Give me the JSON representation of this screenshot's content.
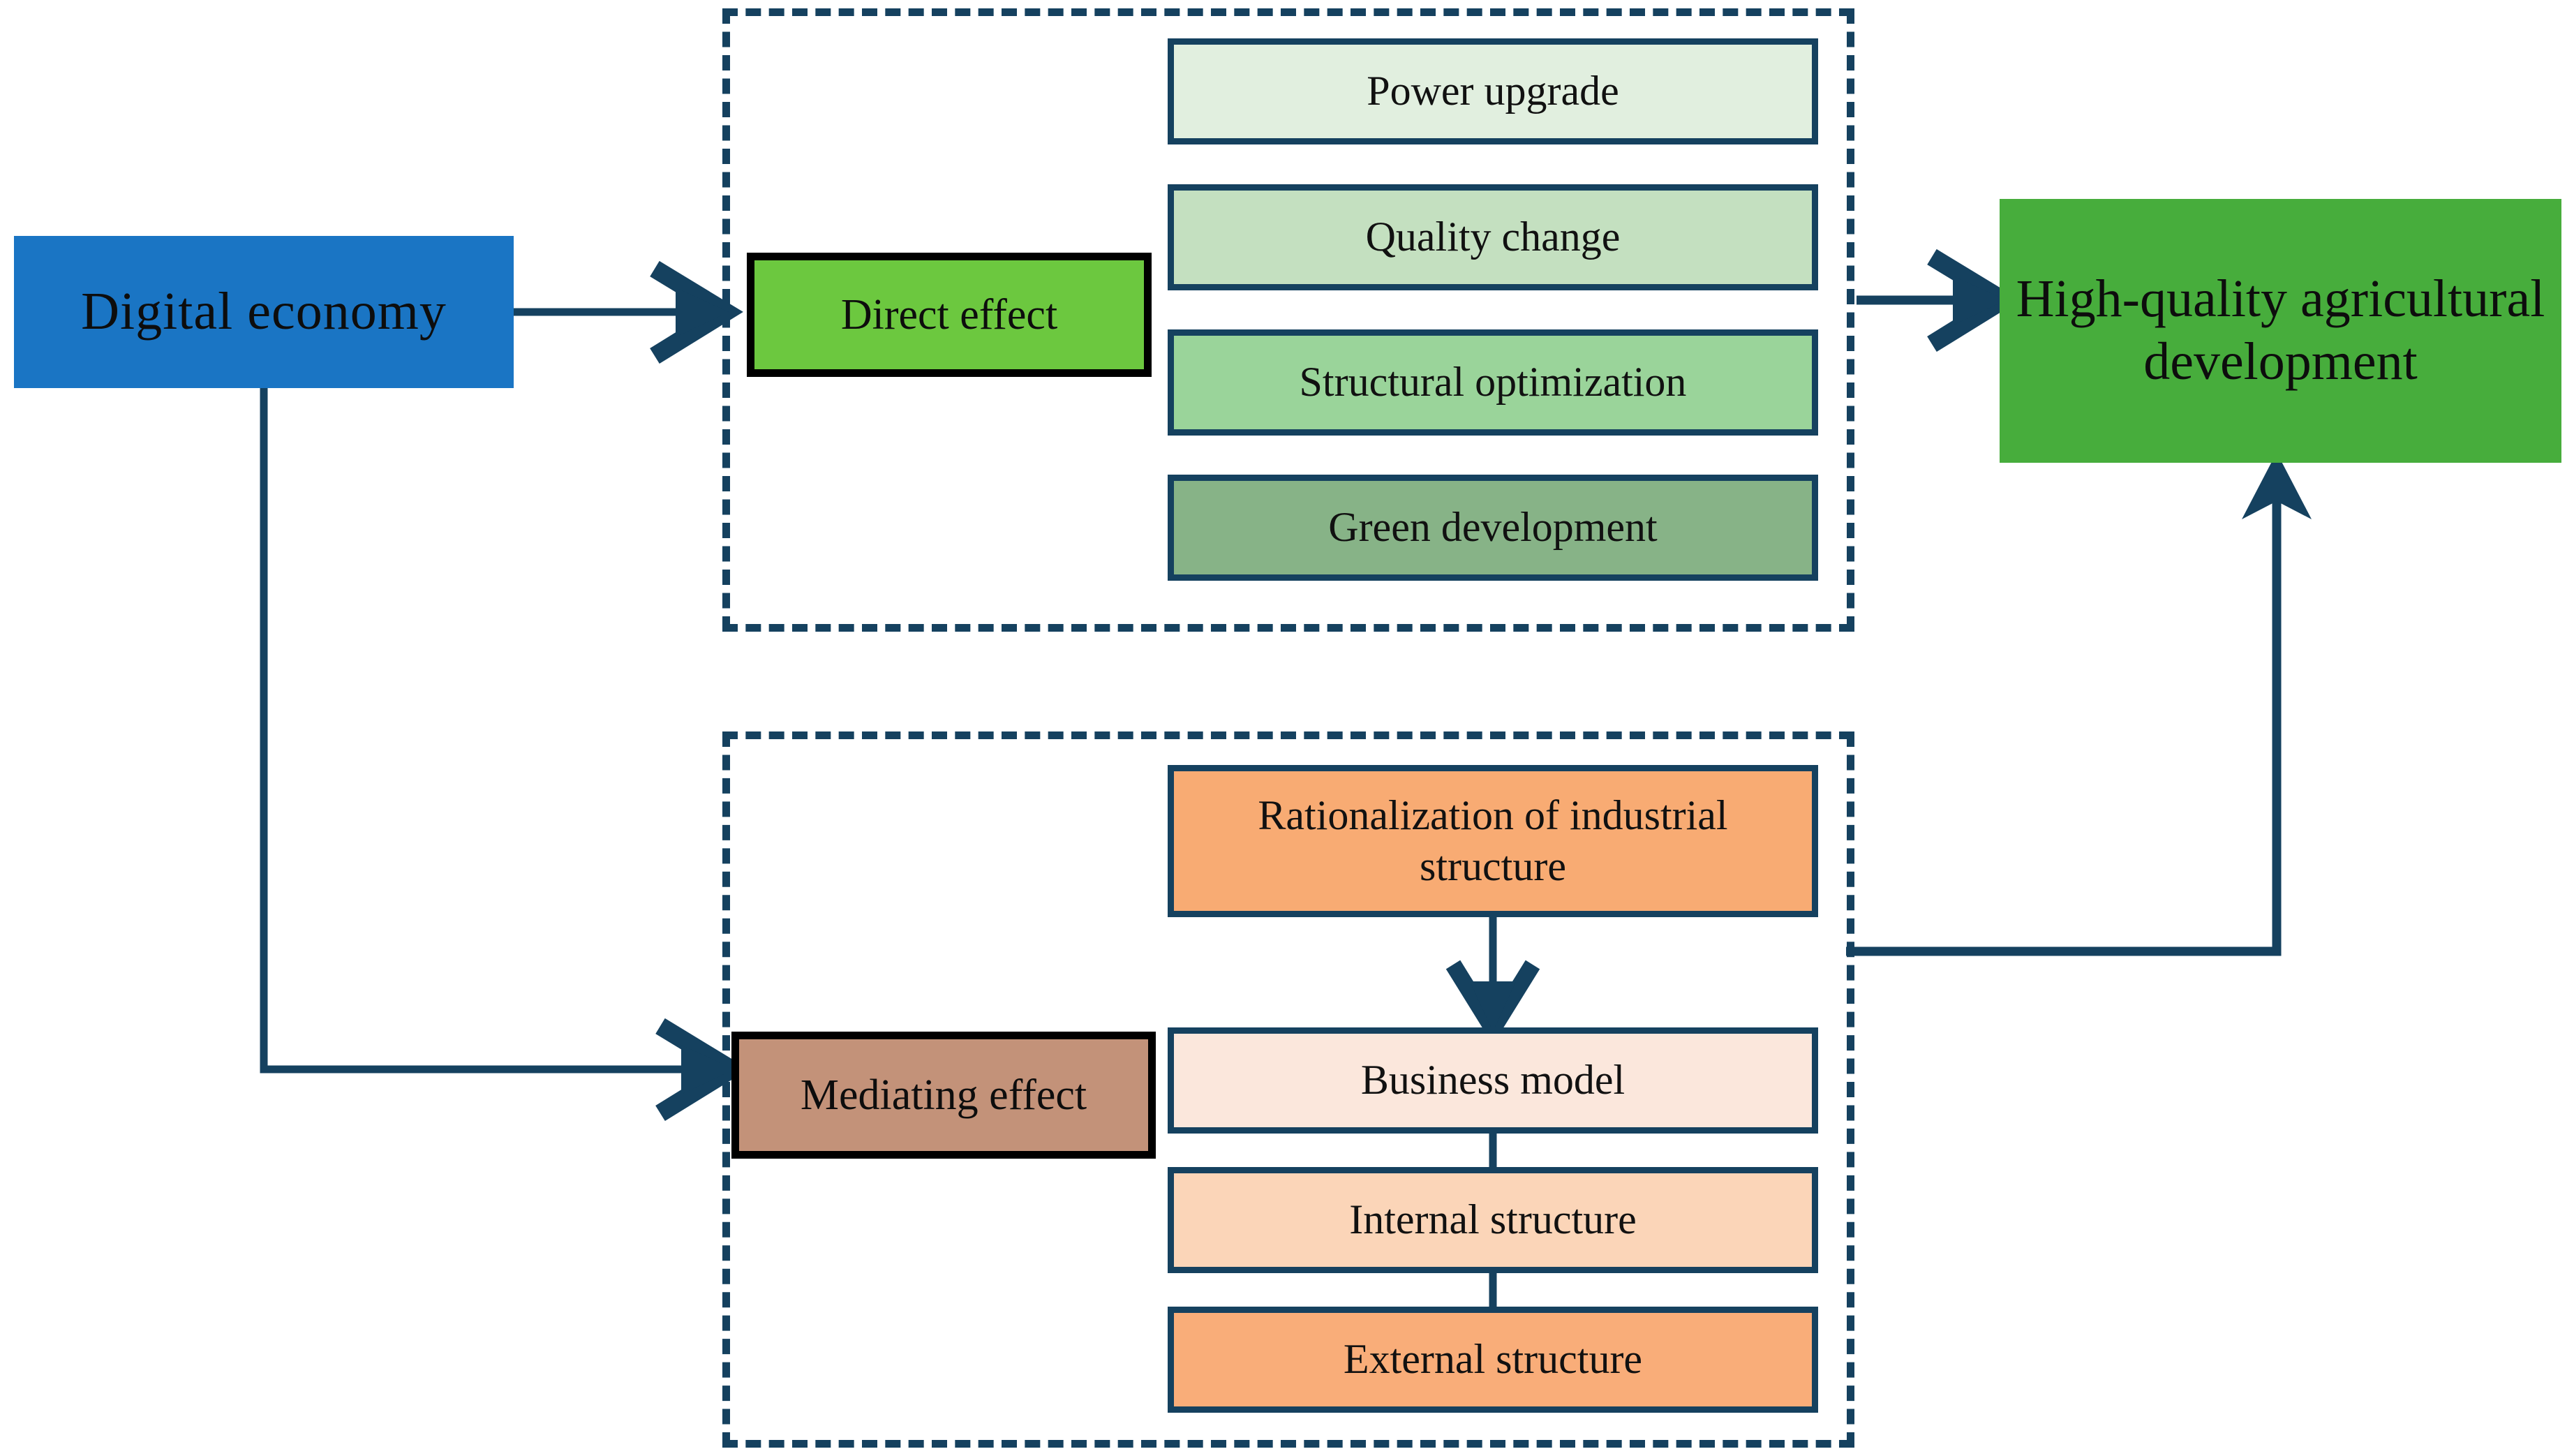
{
  "diagram": {
    "title": "Digital economy impact on high-quality agricultural development",
    "colors": {
      "source_blue": "#1a75c4",
      "outcome_green": "#47ad3c",
      "direct_effect_green": "#6cc83f",
      "mediating_effect_brown": "#c39279",
      "connector_navy": "#15415f",
      "dashed_border_navy": "#15415f",
      "label_border_black": "#000000"
    },
    "source": {
      "label": "Digital  economy"
    },
    "outcome": {
      "label": "High-quality agricultural development"
    },
    "groups": [
      {
        "id": "direct",
        "effect_label": "Direct effect",
        "effect_fill": "#6cc83f",
        "items": [
          {
            "label": "Power upgrade",
            "fill": "#e1efdf"
          },
          {
            "label": "Quality change",
            "fill": "#c4e0c0"
          },
          {
            "label": "Structural optimization",
            "fill": "#9ad49a"
          },
          {
            "label": "Green development",
            "fill": "#87b387"
          }
        ]
      },
      {
        "id": "mediating",
        "effect_label": "Mediating effect",
        "effect_fill": "#c39279",
        "items": [
          {
            "label": "Rationalization of industrial structure",
            "fill": "#f8ab73"
          },
          {
            "label": "Business model",
            "fill": "#fbe7dc"
          },
          {
            "label": "Internal structure",
            "fill": "#fbd5b8"
          },
          {
            "label": "External structure",
            "fill": "#f9ad79"
          }
        ]
      }
    ],
    "connectors": [
      {
        "name": "digital-economy-to-direct-effect",
        "style": "arrow"
      },
      {
        "name": "digital-economy-to-mediating-effect",
        "style": "arrow"
      },
      {
        "name": "direct-group-to-outcome",
        "style": "arrow"
      },
      {
        "name": "mediating-group-to-outcome",
        "style": "arrow"
      },
      {
        "name": "rationalization-to-business-model",
        "style": "arrow"
      },
      {
        "name": "business-model-to-internal-structure",
        "style": "line"
      },
      {
        "name": "internal-structure-to-external-structure",
        "style": "line"
      }
    ]
  }
}
